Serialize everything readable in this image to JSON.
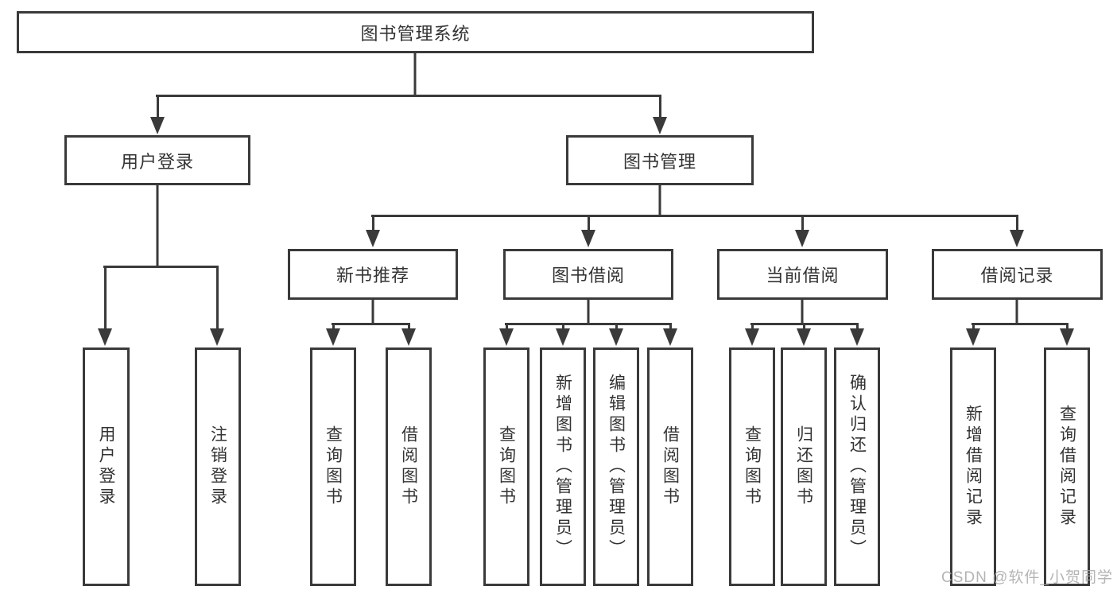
{
  "colors": {
    "line": "#3a3a3a",
    "text": "#333333",
    "background": "#ffffff",
    "watermark": "#a8a8a8"
  },
  "watermark": "CSDN @软件_小贺同学",
  "tree": {
    "root": {
      "label": "图书管理系统"
    },
    "branches": [
      {
        "label": "用户登录",
        "children": [
          {
            "label": "用户登录"
          },
          {
            "label": "注销登录"
          }
        ]
      },
      {
        "label": "图书管理",
        "children": [
          {
            "label": "新书推荐",
            "children": [
              {
                "label": "查询图书"
              },
              {
                "label": "借阅图书"
              }
            ]
          },
          {
            "label": "图书借阅",
            "children": [
              {
                "label": "查询图书"
              },
              {
                "label": "新增图书（管理员）"
              },
              {
                "label": "编辑图书（管理员）"
              },
              {
                "label": "借阅图书"
              }
            ]
          },
          {
            "label": "当前借阅",
            "children": [
              {
                "label": "查询图书"
              },
              {
                "label": "归还图书"
              },
              {
                "label": "确认归还（管理员）"
              }
            ]
          },
          {
            "label": "借阅记录",
            "children": [
              {
                "label": "新增借阅记录"
              },
              {
                "label": "查询借阅记录"
              }
            ]
          }
        ]
      }
    ]
  }
}
